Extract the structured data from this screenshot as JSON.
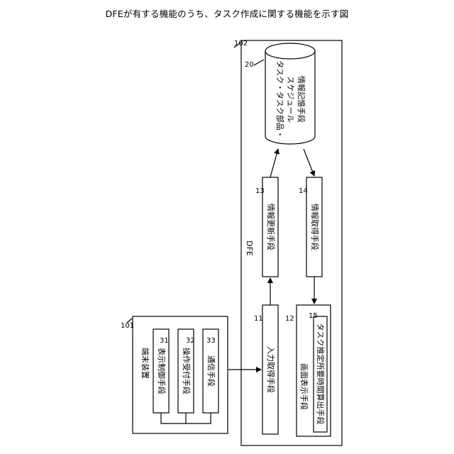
{
  "title": "DFEが有する機能のうち、タスク作成に関する機能を示す図",
  "dfe": {
    "ref": "102",
    "label": "DFE"
  },
  "terminal": {
    "ref": "101",
    "label": "端末装置",
    "units": [
      {
        "ref": "31",
        "label": "表示制御手段"
      },
      {
        "ref": "32",
        "label": "操作受付手段"
      },
      {
        "ref": "33",
        "label": "通信手段"
      }
    ]
  },
  "storage": {
    "ref": "20",
    "line1": "タスク・タスク部品・",
    "line2": "スケジュール",
    "line3": "情報記憶手段"
  },
  "input_acquire": {
    "ref": "11",
    "label": "入力取得手段"
  },
  "info_update": {
    "ref": "13",
    "label": "情報更新手段"
  },
  "info_acquire": {
    "ref": "14",
    "label": "情報取得手段"
  },
  "screen_display": {
    "ref": "12",
    "label": "画面表示手段"
  },
  "time_calc": {
    "ref": "15",
    "label": "タスク推定所要時間算出手段"
  }
}
